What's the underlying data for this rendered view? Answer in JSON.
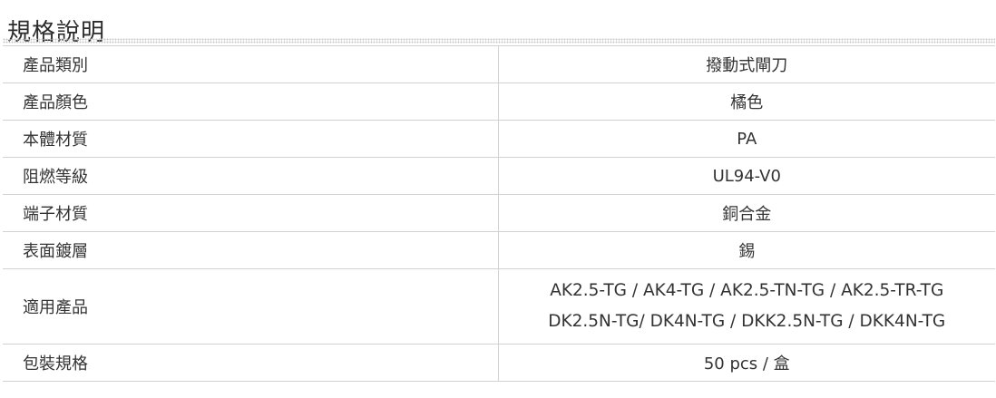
{
  "heading": "規格說明",
  "rows": [
    {
      "label": "產品類別",
      "value": "撥動式閘刀"
    },
    {
      "label": "產品顏色",
      "value": "橘色"
    },
    {
      "label": "本體材質",
      "value": "PA"
    },
    {
      "label": "阻燃等級",
      "value": "UL94-V0"
    },
    {
      "label": "端子材質",
      "value": "銅合金"
    },
    {
      "label": "表面鍍層",
      "value": "錫"
    },
    {
      "label": "適用產品",
      "value_lines": [
        "AK2.5-TG / AK4-TG / AK2.5-TN-TG / AK2.5-TR-TG",
        "DK2.5N-TG/ DK4N-TG  / DKK2.5N-TG / DKK4N-TG"
      ]
    },
    {
      "label": "包裝規格",
      "value": "50 pcs / 盒"
    }
  ]
}
